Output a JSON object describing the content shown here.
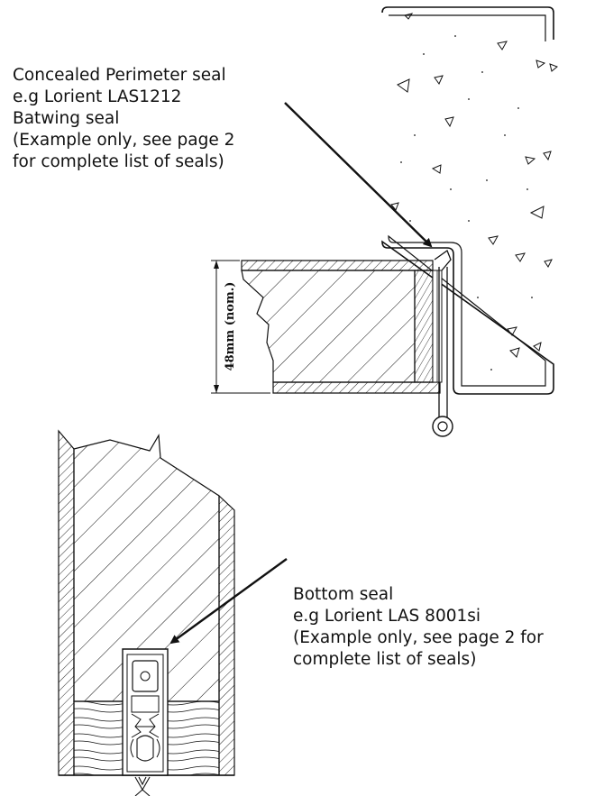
{
  "annotations": {
    "perimeter_seal": {
      "lines": [
        "Concealed Perimeter seal",
        "e.g Lorient LAS1212",
        "Batwing seal",
        "(Example only, see page 2",
        "for complete list of seals)"
      ]
    },
    "bottom_seal": {
      "lines": [
        "Bottom seal",
        "e.g Lorient LAS 8001si",
        "(Example only, see page 2 for",
        "complete list of seals)"
      ]
    }
  },
  "dimension": {
    "door_thickness_label": "48mm (nom.)"
  },
  "colors": {
    "line": "#111111",
    "background": "#ffffff"
  }
}
